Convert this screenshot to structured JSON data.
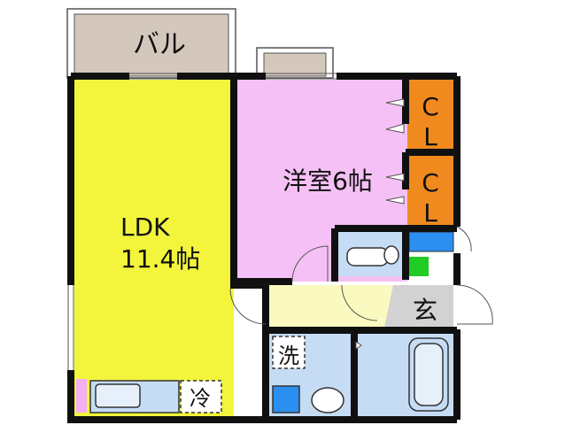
{
  "rooms": {
    "balcony": "バル",
    "ldk_name": "LDK",
    "ldk_size": "11.4帖",
    "western": "洋室6帖",
    "closet_1_line1": "C",
    "closet_1_line2": "L",
    "closet_2_line1": "C",
    "closet_2_line2": "L",
    "entrance": "玄",
    "washroom": "洗",
    "fridge": "冷"
  },
  "colors": {
    "ldk": "#f2f53c",
    "western": "#f5c0f5",
    "closet": "#f08a1e",
    "balcony": "#d4c7bb",
    "wet_area": "#c6dcf5",
    "entrance": "#d2d2d2",
    "hallway": "#fafac0",
    "wall": "#101010",
    "shoe_box": "#2b8ff0",
    "floor_step": "#22cc22",
    "pink_strip": "#f5b0f5"
  }
}
